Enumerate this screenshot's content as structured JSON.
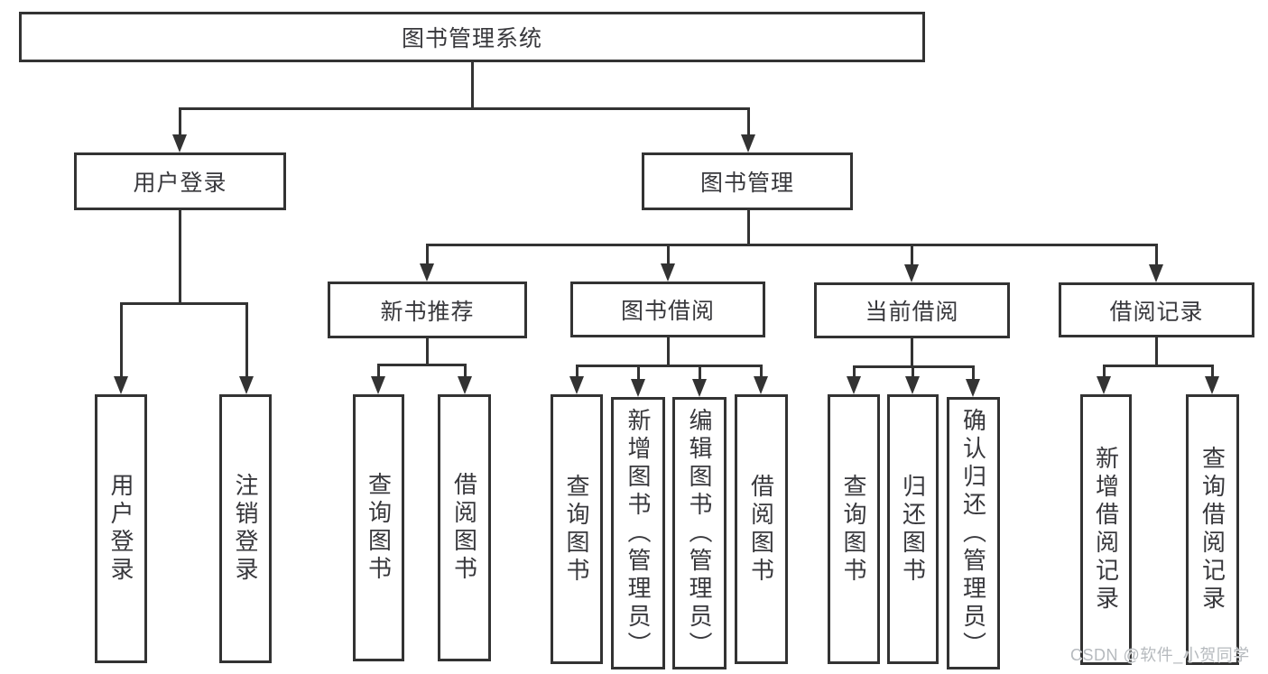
{
  "diagram": {
    "title": "图书管理系统",
    "nodes": {
      "root": "图书管理系统",
      "user_login": "用户登录",
      "book_mgmt": "图书管理",
      "new_book_rec": "新书推荐",
      "book_borrow": "图书借阅",
      "current_borrow": "当前借阅",
      "borrow_records": "借阅记录",
      "leaf_user_login": "用户登录",
      "leaf_logout": "注销登录",
      "leaf_query_book_1": "查询图书",
      "leaf_borrow_book_1": "借阅图书",
      "leaf_query_book_2": "查询图书",
      "leaf_add_book": "新增图书（管理员）",
      "leaf_edit_book": "编辑图书（管理员）",
      "leaf_borrow_book_2": "借阅图书",
      "leaf_query_book_3": "查询图书",
      "leaf_return_book": "归还图书",
      "leaf_confirm_return": "确认归还（管理员）",
      "leaf_add_record": "新增借阅记录",
      "leaf_query_record": "查询借阅记录"
    },
    "watermark": "CSDN @软件_小贺同学"
  },
  "colors": {
    "line": "#333333",
    "text": "#38383c",
    "background": "#ffffff",
    "watermark": "#b6babe"
  }
}
